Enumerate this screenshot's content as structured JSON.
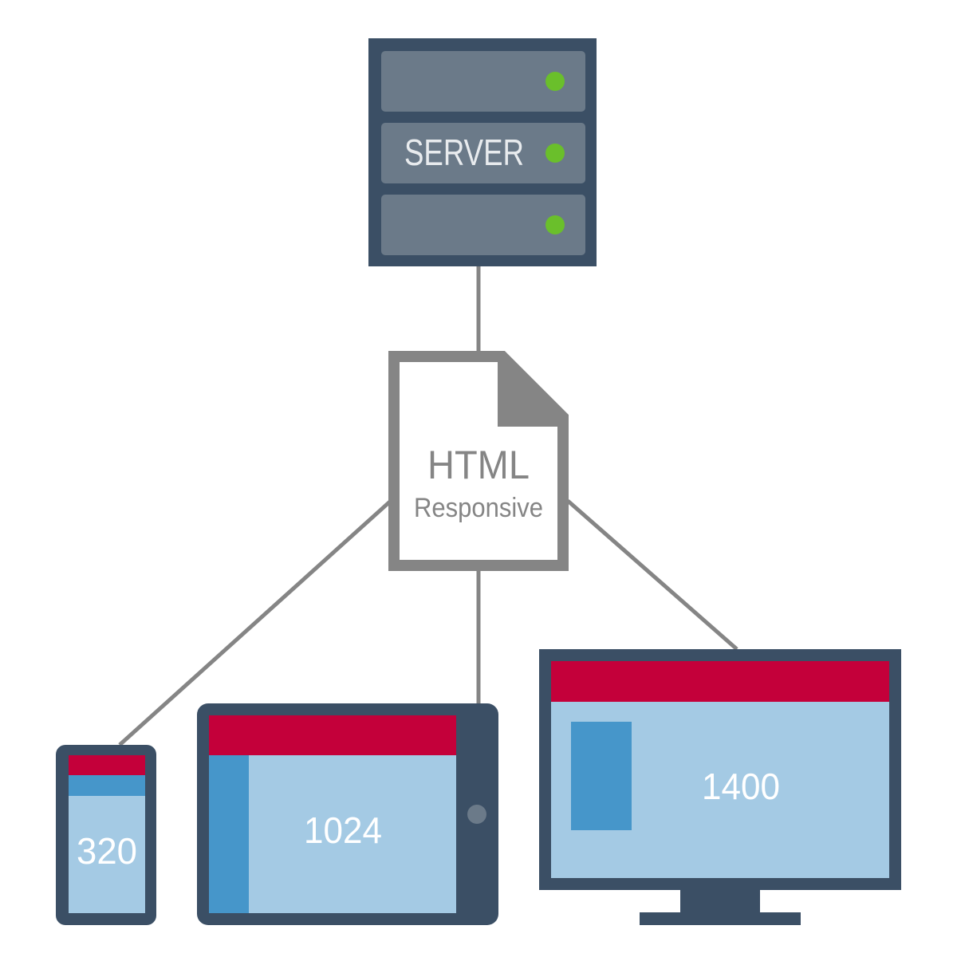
{
  "server": {
    "label": "SERVER",
    "led_color": "#6abf2b"
  },
  "document": {
    "title": "HTML",
    "subtitle": "Responsive"
  },
  "devices": {
    "phone": {
      "label": "320"
    },
    "tablet": {
      "label": "1024"
    },
    "monitor": {
      "label": "1400"
    }
  },
  "colors": {
    "frame": "#3b4f65",
    "server_bay": "#6b7a89",
    "server_text": "#e8ebee",
    "header_red": "#c4003a",
    "screen_light": "#a4cae4",
    "sidebar_blue": "#4696ca",
    "connector_gray": "#858585",
    "doc_border": "#858585",
    "device_text": "#ffffff",
    "doc_text": "#858585"
  }
}
